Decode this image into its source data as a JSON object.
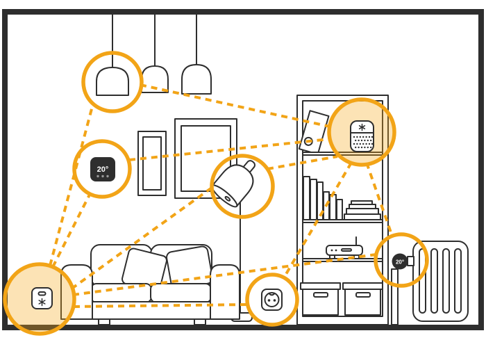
{
  "scene": {
    "name": "smart-home-living-room-diagram",
    "background": "#ffffff",
    "frame_color": "#2e2e2e",
    "accent_color": "#F2A417",
    "accent_fill": "#F8E2AB",
    "line_color": "#2e2e2e"
  },
  "devices": {
    "pendant_lamp": {
      "label": "pendant lamp",
      "highlighted": true,
      "value": ""
    },
    "thermostat": {
      "label": "wall thermostat",
      "highlighted": true,
      "value": "20°"
    },
    "floor_lamp": {
      "label": "floor lamp",
      "highlighted": true,
      "value": ""
    },
    "speaker": {
      "label": "smart speaker",
      "highlighted": true,
      "value": ""
    },
    "hub": {
      "label": "smart home hub",
      "highlighted": true,
      "value": ""
    },
    "outlet": {
      "label": "smart wall outlet",
      "highlighted": true,
      "value": ""
    },
    "radiator_valve": {
      "label": "radiator thermostat",
      "highlighted": true,
      "value": "20°"
    }
  },
  "furniture": [
    "pendant lamps",
    "picture frames",
    "sofa with pillows",
    "bookshelf",
    "books",
    "router",
    "storage boxes",
    "radiator"
  ],
  "connections": [
    [
      "hub",
      "pendant_lamp"
    ],
    [
      "hub",
      "thermostat"
    ],
    [
      "hub",
      "floor_lamp"
    ],
    [
      "hub",
      "outlet"
    ],
    [
      "hub",
      "radiator_valve"
    ],
    [
      "pendant_lamp",
      "speaker"
    ],
    [
      "thermostat",
      "speaker"
    ],
    [
      "floor_lamp",
      "speaker"
    ],
    [
      "speaker",
      "outlet"
    ],
    [
      "speaker",
      "radiator_valve"
    ]
  ]
}
